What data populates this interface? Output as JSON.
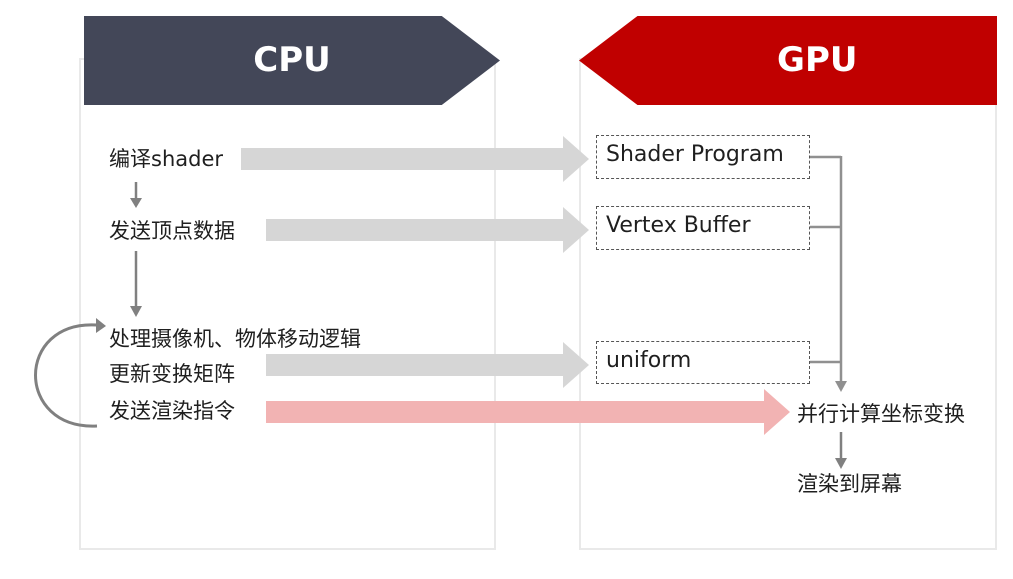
{
  "cpu": {
    "title": "CPU",
    "steps": [
      "编译shader",
      "发送顶点数据",
      "处理摄像机、物体移动逻辑",
      "更新变换矩阵",
      "发送渲染指令"
    ]
  },
  "gpu": {
    "title": "GPU",
    "boxes": [
      "Shader Program",
      "Vertex Buffer",
      "uniform"
    ],
    "steps": [
      "并行计算坐标变换",
      "渲染到屏幕"
    ]
  },
  "colors": {
    "cpu_banner": "#434758",
    "gpu_banner": "#c00000",
    "gray_arrow": "#d6d6d6",
    "red_arrow": "#f2b3b3",
    "connector": "#808080"
  }
}
